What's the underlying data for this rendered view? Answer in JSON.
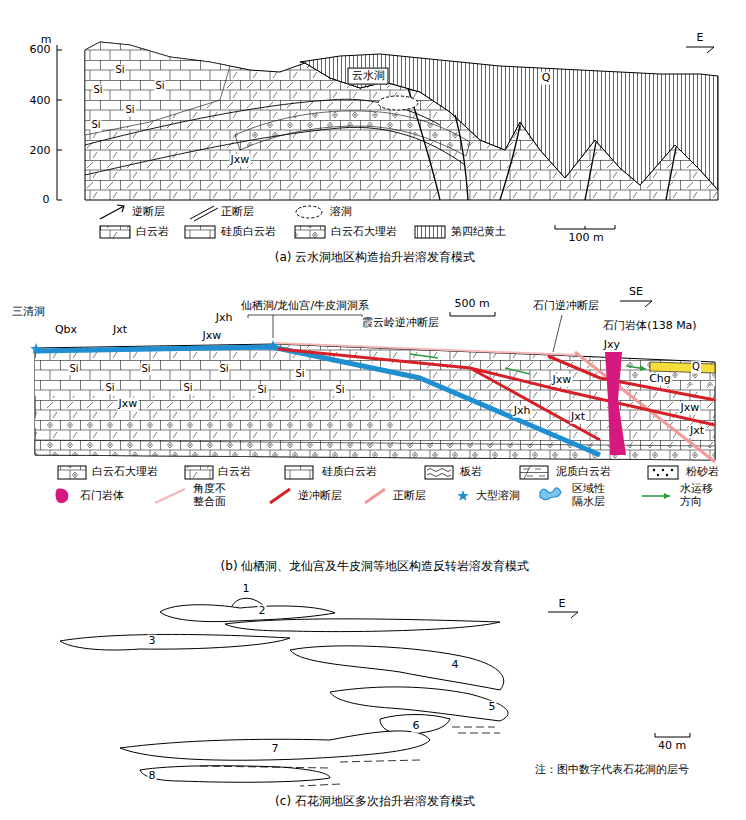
{
  "diagram": {
    "nodes": [
      {
        "text": [
          "云水洞"
        ]
      }
    ],
    "labels": [
      "m",
      "600",
      "400",
      "200",
      "0",
      "E",
      "Q",
      "Jxw",
      "Si",
      "Si",
      "Si",
      "Si",
      "Si",
      "100 m",
      "(a) 云水洞地区构造抬升岩溶发育模式",
      "SE",
      "三清洞",
      "Qbx",
      "Jxt",
      "Jxh",
      "Jxw",
      "仙栖洞/龙仙宫/牛皮洞洞系",
      "霞云岭逆冲断层",
      "500 m",
      "石门逆冲断层",
      "石门岩体(138 Ma)",
      "Jxy",
      "Q",
      "Chg",
      "Jxw",
      "Jxw",
      "Jxh",
      "Jxt",
      "Jxw",
      "Jxt",
      "Si",
      "Si",
      "Si",
      "Si",
      "Si",
      "Si",
      "Si",
      "Si",
      "(b) 仙栖洞、龙仙宫及牛皮洞等地区构造反转岩溶发育模式",
      "1",
      "2",
      "3",
      "4",
      "5",
      "6",
      "7",
      "8",
      "E",
      "40 m",
      "注：图中数字代表石花洞的层号",
      "(c) 石花洞地区多次抬升岩溶发育模式"
    ],
    "legend": [
      {
        "text": "逆断层"
      },
      {
        "text": "正断层"
      },
      {
        "text": "溶洞"
      },
      {
        "text": "白云岩"
      },
      {
        "text": "硅质白云岩"
      },
      {
        "text": "白云石大理岩"
      },
      {
        "text": "第四纪黄土"
      },
      {
        "text": "白云石大理岩"
      },
      {
        "text": "白云岩"
      },
      {
        "text": "硅质白云岩"
      },
      {
        "text": "板岩"
      },
      {
        "text": "泥质白云岩"
      },
      {
        "text": "粉砂岩"
      },
      {
        "text": "石门岩体",
        "color": "#d6197f"
      },
      {
        "text": "角度不 整合面"
      },
      {
        "text": "逆冲断层"
      },
      {
        "text": "正断层"
      },
      {
        "text": "大型溶洞"
      },
      {
        "text": "区域性 隔水层"
      },
      {
        "text": "水运移 方向"
      }
    ]
  }
}
